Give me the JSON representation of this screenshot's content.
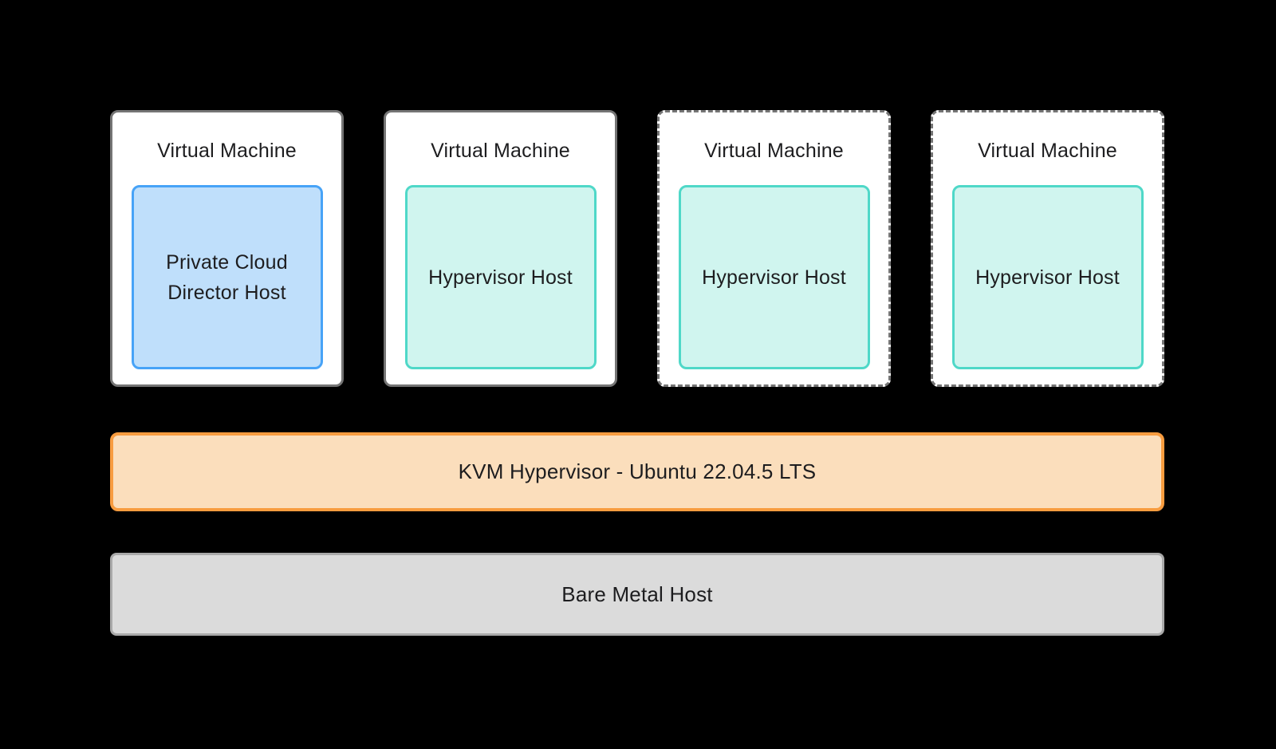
{
  "canvas": {
    "background": "#000000"
  },
  "colors": {
    "canvas_bg": "#000000",
    "box_bg": "#ffffff",
    "box_border": "#757575",
    "text": "#1d1d1f",
    "blue_fill": "#bfdffb",
    "blue_border": "#47a3f7",
    "teal_fill": "#d0f5ef",
    "teal_border": "#4fd8c8",
    "orange_fill": "#fbdebc",
    "orange_border": "#f89c3f",
    "gray_fill": "#dbdbdb",
    "gray_border": "#a9a9a9"
  },
  "vm_boxes": [
    {
      "title": "Virtual Machine",
      "border_style": "solid",
      "inner_label": "Private Cloud Director Host",
      "inner_color": "blue"
    },
    {
      "title": "Virtual Machine",
      "border_style": "solid",
      "inner_label": "Hypervisor Host",
      "inner_color": "teal"
    },
    {
      "title": "Virtual Machine",
      "border_style": "dashed",
      "inner_label": "Hypervisor Host",
      "inner_color": "teal"
    },
    {
      "title": "Virtual Machine",
      "border_style": "dashed",
      "inner_label": "Hypervisor Host",
      "inner_color": "teal"
    }
  ],
  "hypervisor_bar": {
    "label": "KVM Hypervisor - Ubuntu 22.04.5 LTS"
  },
  "bare_metal_bar": {
    "label": "Bare Metal Host"
  }
}
